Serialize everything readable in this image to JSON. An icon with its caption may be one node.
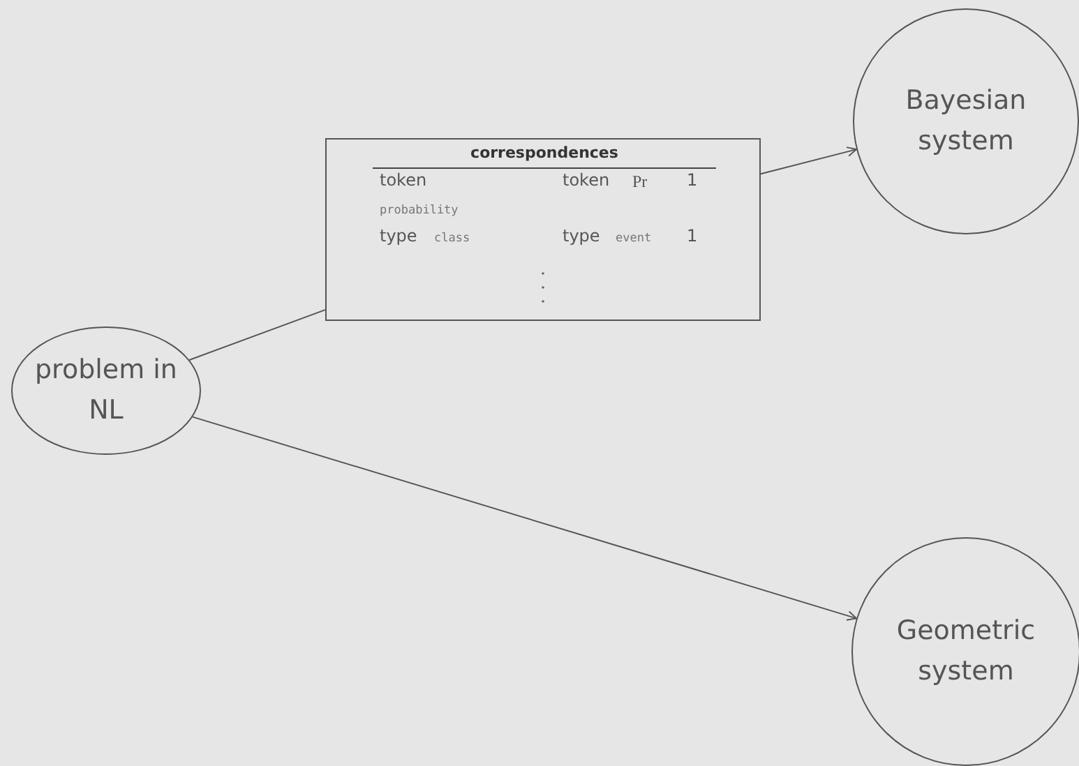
{
  "diagram": {
    "nodes": [
      {
        "text": [
          "problem in NL"
        ]
      },
      {
        "text": [
          "correspondences",
          "token",
          "token",
          "Pr",
          "1",
          "probability",
          "type",
          "class",
          "type",
          "event",
          "1"
        ]
      },
      {
        "text": [
          "Bayesian system"
        ]
      },
      {
        "text": [
          "Geometric system"
        ]
      }
    ],
    "edges": [
      {
        "from": 0,
        "to": 1,
        "arrow": "none"
      },
      {
        "from": 1,
        "to": 2,
        "arrow": "to"
      },
      {
        "from": 0,
        "to": 3,
        "arrow": "to"
      }
    ]
  }
}
